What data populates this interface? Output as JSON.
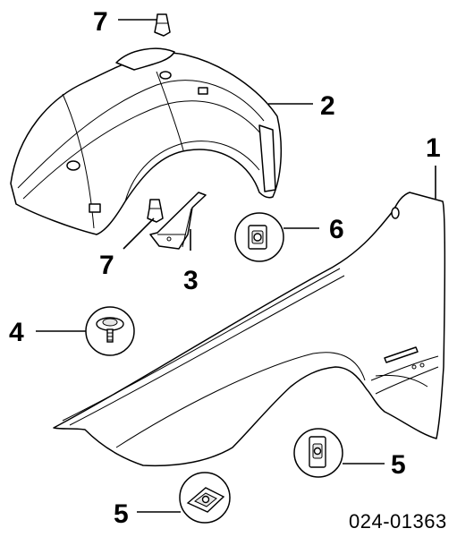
{
  "callouts": {
    "fender": "1",
    "wheel_arch_liner": "2",
    "bracket": "3",
    "bolt": "4",
    "clip_lower_right": "5",
    "clip_bottom": "5",
    "nut_clip": "6",
    "expansion_rivet_top": "7",
    "expansion_rivet_mid": "7"
  },
  "diagram_number": "024-01363"
}
